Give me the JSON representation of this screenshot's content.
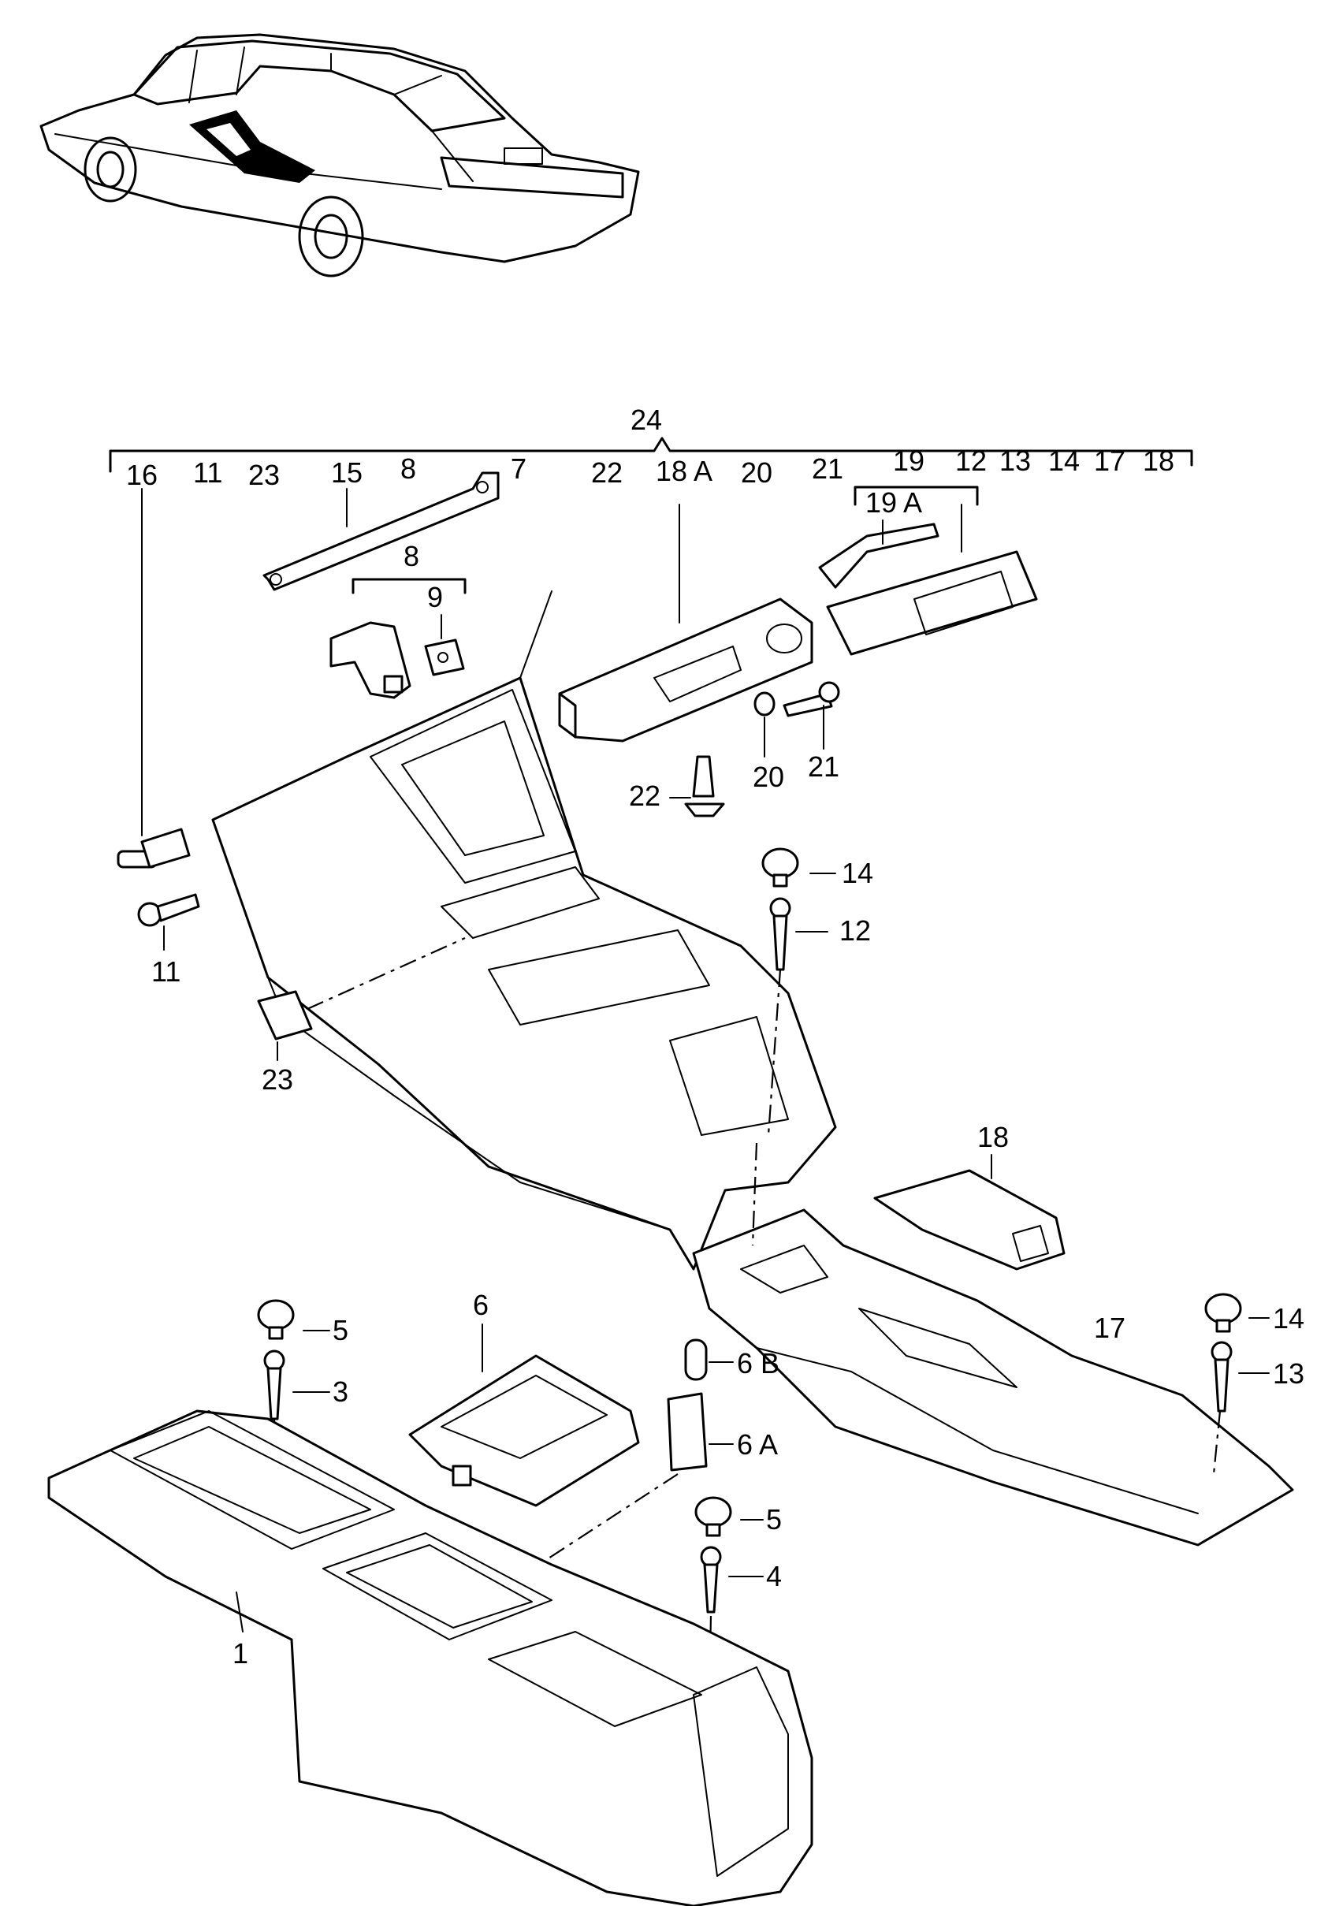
{
  "callouts": {
    "c1": "1",
    "c3": "3",
    "c4": "4",
    "c5a": "5",
    "c5b": "5",
    "c6": "6",
    "c6a": "6 A",
    "c6b": "6 B",
    "c7": "7",
    "c8a": "8",
    "c8b": "8",
    "c9": "9",
    "c11a": "11",
    "c11b": "11",
    "c12a": "12",
    "c12b": "12",
    "c13a": "13",
    "c13b": "13",
    "c14a": "14",
    "c14b": "14",
    "c14c": "14",
    "c15": "15",
    "c16": "16",
    "c17a": "17",
    "c17b": "17",
    "c18a": "18",
    "c18b": "18",
    "c18A": "18 A",
    "c19": "19",
    "c19A": "19 A",
    "c20a": "20",
    "c20b": "20",
    "c21a": "21",
    "c21b": "21",
    "c22a": "22",
    "c22b": "22",
    "c23a": "23",
    "c23b": "23",
    "c24": "24"
  }
}
